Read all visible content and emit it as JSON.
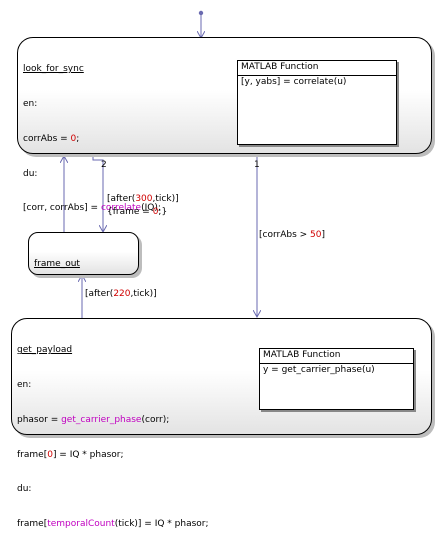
{
  "colors": {
    "number": "#d00000",
    "function": "#c000c0",
    "wire": "#6a6ab0",
    "stroke": "#000000"
  },
  "states": {
    "look_for_sync": {
      "name": "look_for_sync",
      "en": "en:",
      "corrabs_lhs": "corrAbs = ",
      "corrabs_value": "0",
      "corrabs_end": ";",
      "du": "du:",
      "corr_lhs": "[corr, corrAbs] = ",
      "corr_fn": "correlate",
      "corr_args": "(IQ);",
      "matlab_function": {
        "title": "MATLAB Function",
        "signature": "[y, yabs] = correlate(u)"
      }
    },
    "frame_out": {
      "name": "frame_out"
    },
    "get_payload": {
      "name": "get_payload",
      "en": "en:",
      "phasor_lhs": "phasor = ",
      "phasor_fn": "get_carrier_phase",
      "phasor_args": "(corr);",
      "frame_a": "frame[",
      "frame_idx": "0",
      "frame_b": "] = IQ * phasor;",
      "du": "du:",
      "frame2_a": "frame[",
      "frame2_fn": "temporalCount",
      "frame2_b": "(tick)] = IQ * phasor;",
      "matlab_function": {
        "title": "MATLAB Function",
        "signature": "y = get_carrier_phase(u)"
      }
    }
  },
  "transitions": {
    "t2": {
      "order": "2",
      "after_a": "[after(",
      "after_num": "300",
      "after_b": ",tick)]",
      "action_a": "{frame = ",
      "action_num": "0",
      "action_b": ";}"
    },
    "t1": {
      "order": "1",
      "guard_a": "[corrAbs > ",
      "guard_num": "50",
      "guard_b": "]"
    },
    "t3": {
      "after_a": "[after(",
      "after_num": "220",
      "after_b": ",tick)]"
    }
  }
}
